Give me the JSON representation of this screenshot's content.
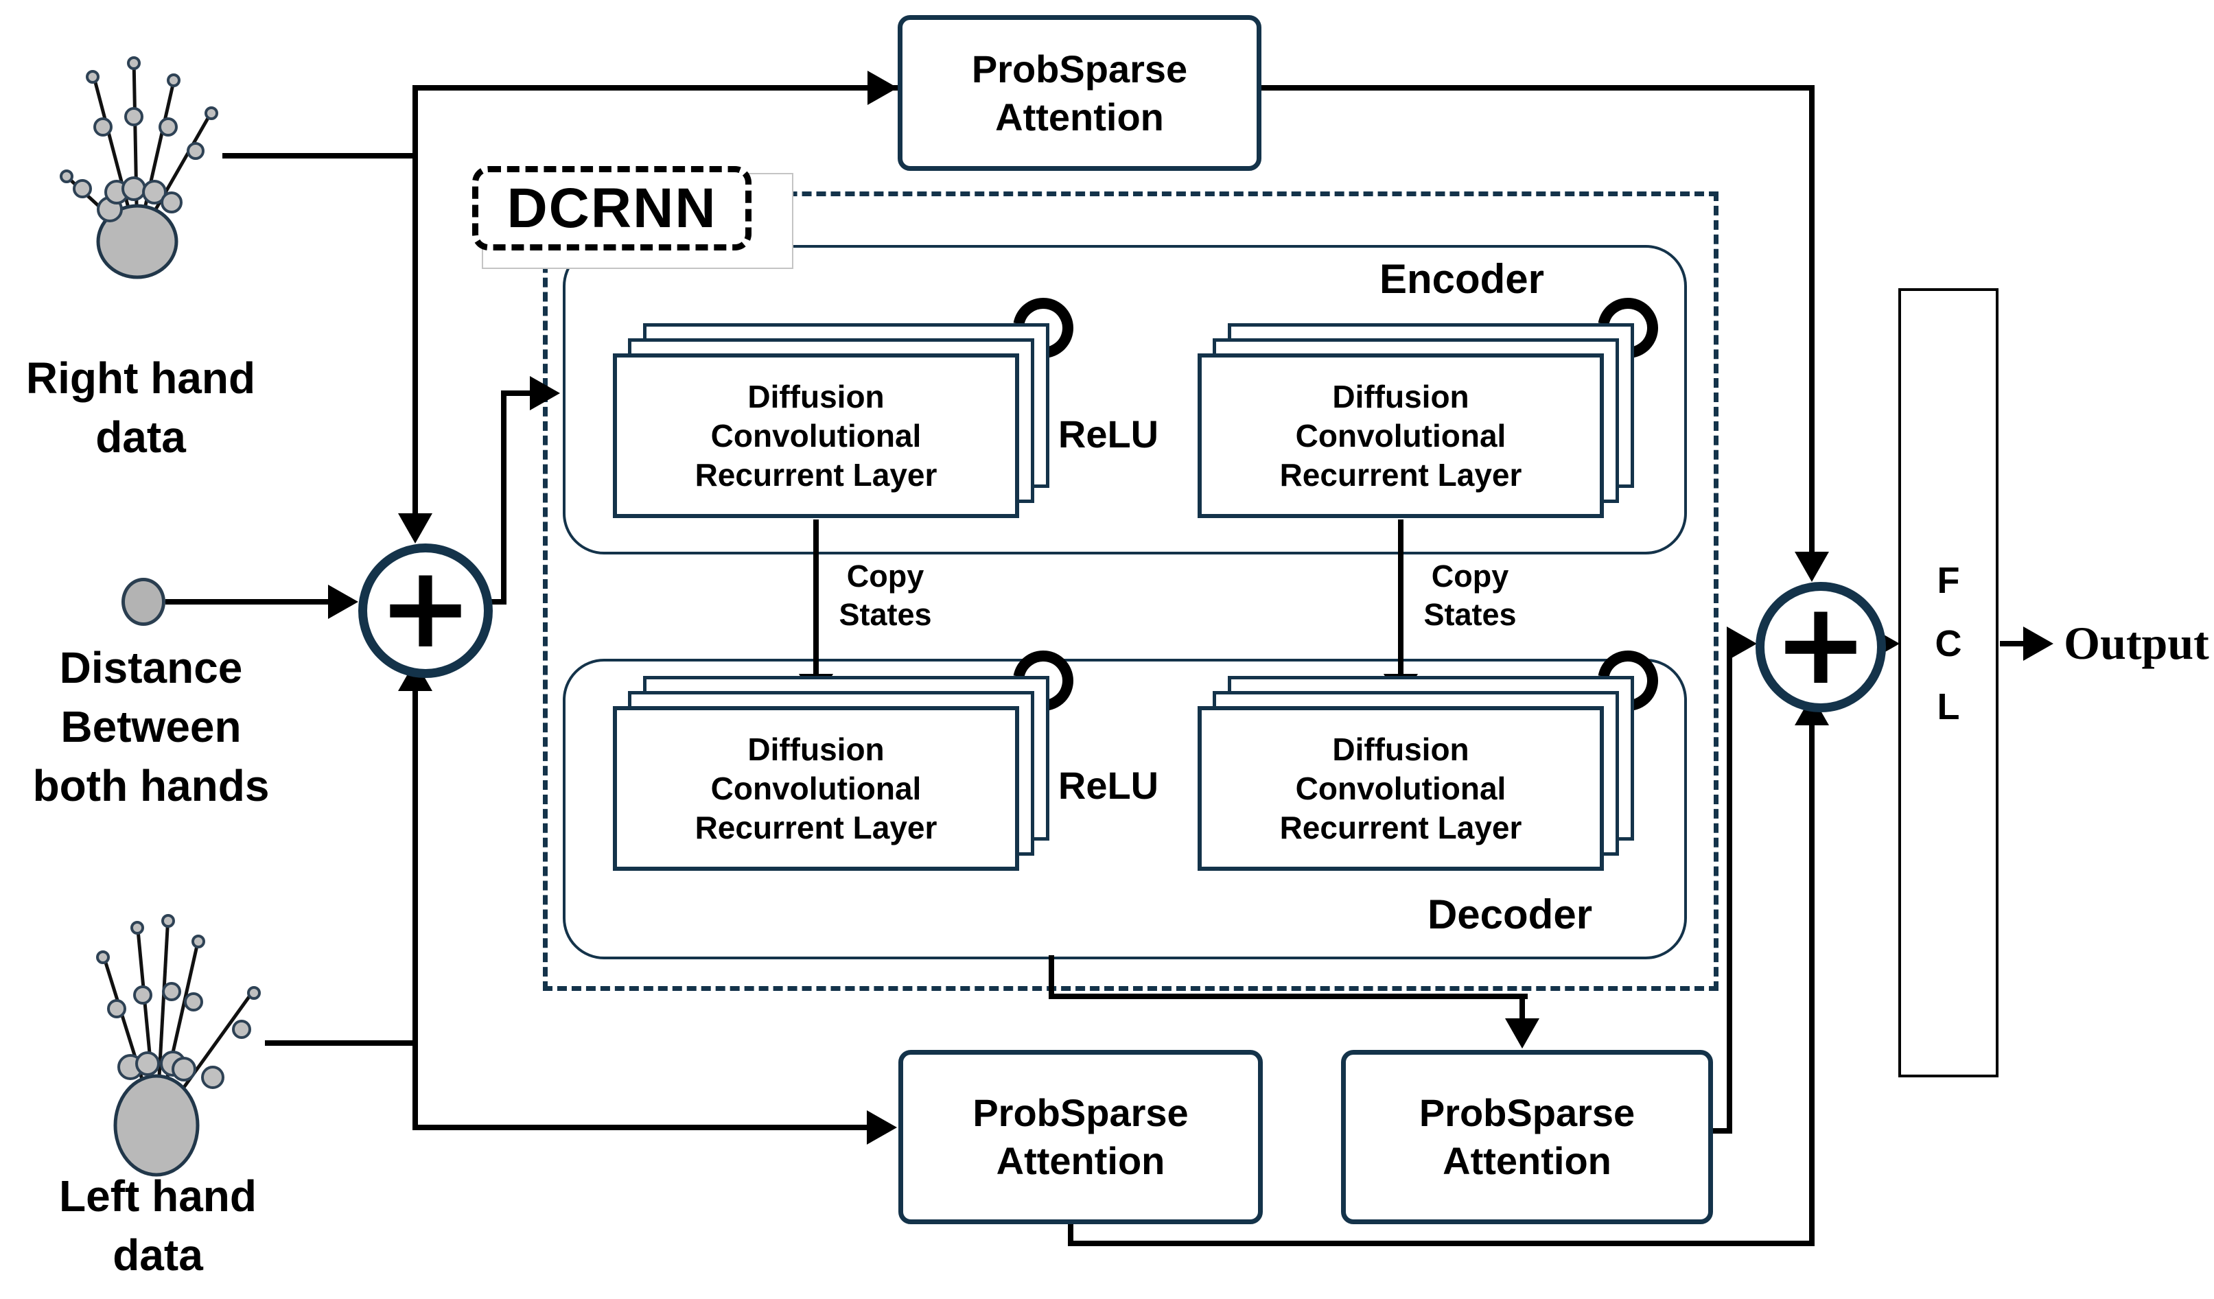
{
  "colors": {
    "accent_navy": "#14334a",
    "line_black": "#000000",
    "hand_fill": "#b9b9b9",
    "dot_fill": "#b3b3b3"
  },
  "inputs": {
    "right_hand": {
      "line1": "Right hand",
      "line2": "data"
    },
    "distance": {
      "line1": "Distance",
      "line2": "Between",
      "line3": "both hands"
    },
    "left_hand": {
      "line1": "Left hand",
      "line2": "data"
    }
  },
  "dcrnn": {
    "label": "DCRNN",
    "encoder_label": "Encoder",
    "decoder_label": "Decoder",
    "relu": "ReLU",
    "layer": {
      "line1": "Diffusion",
      "line2": "Convolutional",
      "line3": "Recurrent Layer"
    },
    "copy_states": {
      "line1": "Copy",
      "line2": "States"
    }
  },
  "attention": {
    "top": {
      "line1": "ProbSparse",
      "line2": "Attention"
    },
    "bottom_left": {
      "line1": "ProbSparse",
      "line2": "Attention"
    },
    "bottom_right": {
      "line1": "ProbSparse",
      "line2": "Attention"
    }
  },
  "operators": {
    "plus": "+"
  },
  "output": {
    "fcl_letters": [
      "F",
      "C",
      "L"
    ],
    "label": "Output"
  }
}
